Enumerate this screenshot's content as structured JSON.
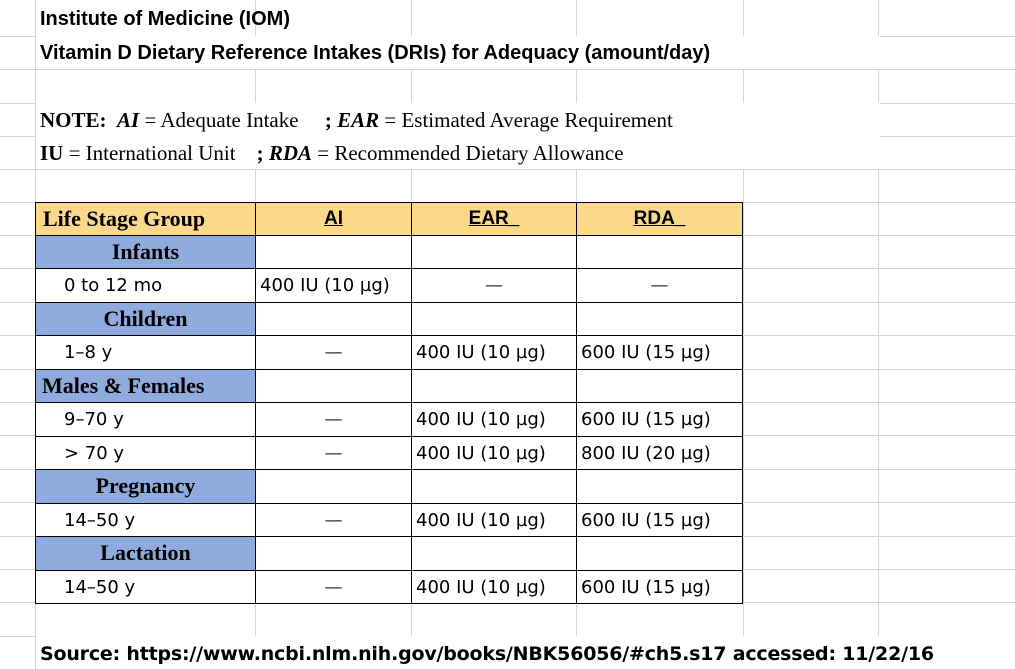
{
  "header": {
    "title": "Institute of Medicine (IOM)",
    "subtitle": "Vitamin D Dietary Reference Intakes (DRIs) for Adequacy (amount/day)"
  },
  "notes": {
    "line1": {
      "note_label": "NOTE:",
      "ai_abbr": "AI",
      "ai_eq": "= Adequate Intake",
      "sep": ";",
      "ear_abbr": "EAR",
      "ear_eq": "= Estimated Average Requirement"
    },
    "line2": {
      "iu_abbr": "IU",
      "iu_eq": "= International Unit",
      "sep": ";",
      "rda_abbr": "RDA",
      "rda_eq": "= Recommended Dietary Allowance"
    }
  },
  "table": {
    "columns": [
      "Life Stage Group",
      "AI",
      "EAR_",
      "RDA_"
    ],
    "rows": [
      {
        "kind": "group",
        "label": "Infants"
      },
      {
        "kind": "data",
        "age": "0 to 12 mo",
        "ai": "400 IU (10 µg)",
        "ear": "—",
        "rda": "—"
      },
      {
        "kind": "group",
        "label": "Children"
      },
      {
        "kind": "data",
        "age": "1–8 y",
        "ai": "—",
        "ear": "400 IU (10 µg)",
        "rda": "600 IU (15 µg)"
      },
      {
        "kind": "group",
        "label": "Males & Females"
      },
      {
        "kind": "data",
        "age": "9–70 y",
        "ai": "—",
        "ear": "400 IU (10 µg)",
        "rda": "600 IU (15 µg)"
      },
      {
        "kind": "data",
        "age": "> 70 y",
        "ai": "—",
        "ear": "400 IU (10 µg)",
        "rda": "800 IU (20 µg)"
      },
      {
        "kind": "group",
        "label": "Pregnancy"
      },
      {
        "kind": "data",
        "age": "14–50 y",
        "ai": "—",
        "ear": "400 IU (10 µg)",
        "rda": "600 IU (15 µg)"
      },
      {
        "kind": "group",
        "label": "Lactation"
      },
      {
        "kind": "data",
        "age": "14–50 y",
        "ai": "—",
        "ear": "400 IU (10 µg)",
        "rda": "600 IU (15 µg)"
      }
    ]
  },
  "footer": {
    "source": "Source: https://www.ncbi.nlm.nih.gov/books/NBK56056/#ch5.s17  accessed: 11/22/16"
  },
  "colors": {
    "header_fill": "#fbd88a",
    "group_fill": "#8faadc",
    "gridline": "#d4d4d4"
  }
}
